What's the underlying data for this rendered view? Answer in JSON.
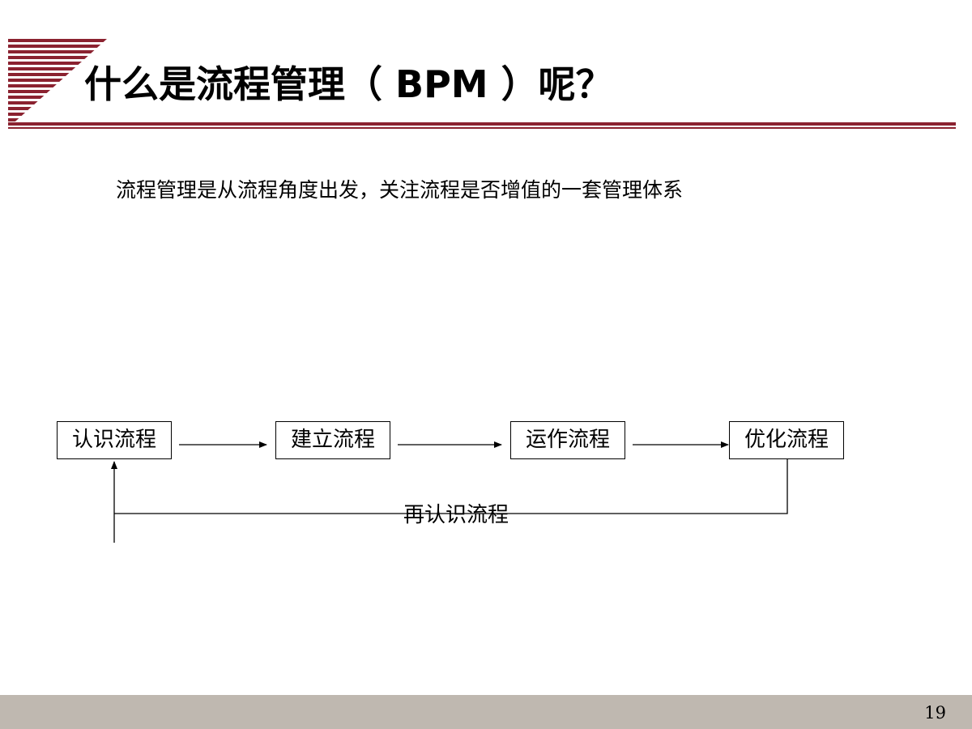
{
  "slide": {
    "title": "什么是流程管理（ BPM ）呢？",
    "subtitle": "流程管理是从流程角度出发，关注流程是否增值的一套管理体系",
    "page_number": "19"
  },
  "flow": {
    "steps": [
      {
        "label": "认识流程"
      },
      {
        "label": "建立流程"
      },
      {
        "label": "运作流程"
      },
      {
        "label": "优化流程"
      }
    ],
    "loop_label": "再认识流程"
  },
  "colors": {
    "accent": "#8b2230",
    "footer": "#bfb8b0",
    "text": "#000000"
  }
}
